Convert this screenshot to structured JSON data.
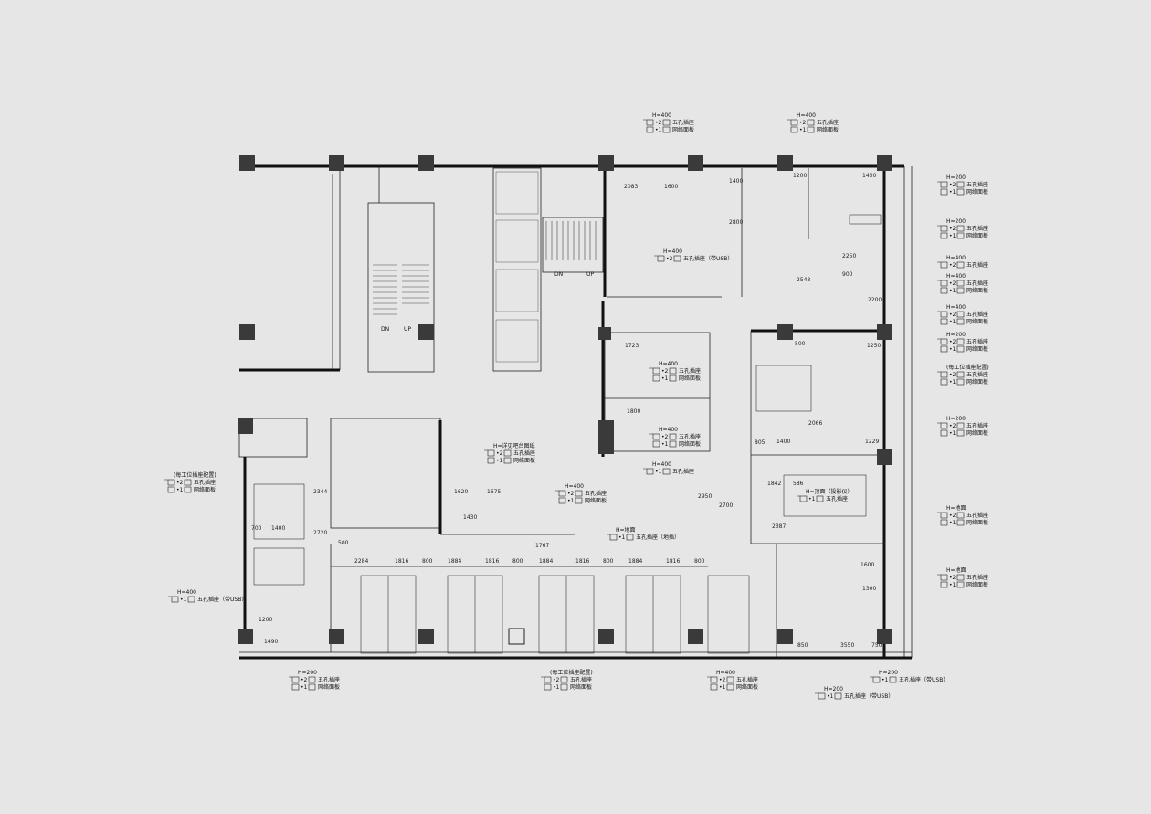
{
  "plan": {
    "stair_labels": {
      "dn": "DN",
      "up": "UP"
    },
    "dimensions": {
      "top": [
        "2083",
        "1600",
        "1400",
        "2800",
        "1200",
        "1450",
        "2250",
        "900",
        "2543",
        "2200",
        "1723",
        "1800",
        "500",
        "1250",
        "2066",
        "805",
        "1400",
        "1229",
        "1842",
        "586",
        "2387",
        "1600",
        "1300",
        "2344",
        "2720",
        "700",
        "1400",
        "500",
        "1620",
        "1675",
        "1430",
        "1767",
        "2950",
        "2700",
        "1200",
        "1490",
        "2284",
        "1816",
        "800",
        "1884",
        "1816",
        "800",
        "1884",
        "1816",
        "800",
        "1884",
        "1816",
        "800",
        "850",
        "3550",
        "750"
      ]
    },
    "callouts": {
      "h400_top_left": {
        "h": "H=400",
        "a": "五孔插座",
        "b": "网络面板",
        "na": "2",
        "nb": "1"
      },
      "h400_top_right": {
        "h": "H=400",
        "a": "五孔插座",
        "b": "网络面板",
        "na": "2",
        "nb": "1"
      },
      "usb_top": {
        "h": "H=400",
        "a": "五孔插座（带USB）",
        "na": "2"
      },
      "right_1": {
        "h": "H=200",
        "a": "五孔插座",
        "b": "网络面板",
        "na": "2",
        "nb": "1"
      },
      "right_2": {
        "h": "H=200",
        "a": "五孔插座",
        "b": "网络面板",
        "na": "2",
        "nb": "1"
      },
      "right_3": {
        "h": "H=400",
        "a": "五孔插座",
        "na": "2"
      },
      "right_4": {
        "h": "H=400",
        "a": "五孔插座",
        "b": "网络面板",
        "na": "2",
        "nb": "1"
      },
      "right_5": {
        "h": "H=400",
        "a": "五孔插座",
        "b": "网络面板",
        "na": "2",
        "nb": "1"
      },
      "right_6": {
        "h": "H=200",
        "a": "五孔插座",
        "b": "网络面板",
        "na": "2",
        "nb": "1"
      },
      "right_7": {
        "h": "(每工位插座配置)",
        "a": "五孔插座",
        "b": "网络面板",
        "na": "2",
        "nb": "1"
      },
      "right_8": {
        "h": "H=200",
        "a": "五孔插座",
        "b": "网络面板",
        "na": "2",
        "nb": "1"
      },
      "right_9": {
        "h": "H=地面",
        "a": "五孔插座",
        "b": "网络面板",
        "na": "2",
        "nb": "1"
      },
      "right_10": {
        "h": "H=地面",
        "a": "五孔插座",
        "b": "网络面板",
        "na": "2",
        "nb": "1"
      },
      "mid_1": {
        "h": "H=400",
        "a": "五孔插座",
        "b": "网络面板",
        "na": "2",
        "nb": "1"
      },
      "mid_2": {
        "h": "H=400",
        "a": "五孔插座",
        "b": "网络面板",
        "na": "2",
        "nb": "1"
      },
      "mid_3": {
        "h": "H=400",
        "a": "五孔插座",
        "na": "1"
      },
      "reception": {
        "h": "H=详见吧台图纸",
        "a": "五孔插座",
        "b": "网络面板",
        "na": "2",
        "nb": "1"
      },
      "center_400": {
        "h": "H=400",
        "a": "五孔插座",
        "b": "网络面板",
        "na": "2",
        "nb": "1"
      },
      "floor_box": {
        "h": "H=地面",
        "a": "五孔插座（地插）",
        "na": "1"
      },
      "meeting": {
        "h": "H=顶面（投影仪）",
        "a": "五孔插座",
        "na": "1"
      },
      "left_station": {
        "h": "(每工位插座配置)",
        "a": "五孔插座",
        "b": "网络面板",
        "na": "2",
        "nb": "1"
      },
      "left_usb": {
        "h": "H=400",
        "a": "五孔插座（带USB）",
        "na": "1"
      },
      "bottom_1": {
        "h": "H=200",
        "a": "五孔插座",
        "b": "网络面板",
        "na": "2",
        "nb": "1"
      },
      "bottom_2": {
        "h": "(每工位插座配置)",
        "a": "五孔插座",
        "b": "网络面板",
        "na": "2",
        "nb": "1"
      },
      "bottom_3": {
        "h": "H=400",
        "a": "五孔插座",
        "b": "网络面板",
        "na": "2",
        "nb": "1"
      },
      "bottom_4": {
        "h": "H=200",
        "a": "五孔插座（带USB）",
        "na": "1"
      },
      "bottom_5": {
        "h": "H=200",
        "a": "五孔插座（带USB）",
        "na": "1"
      }
    }
  }
}
